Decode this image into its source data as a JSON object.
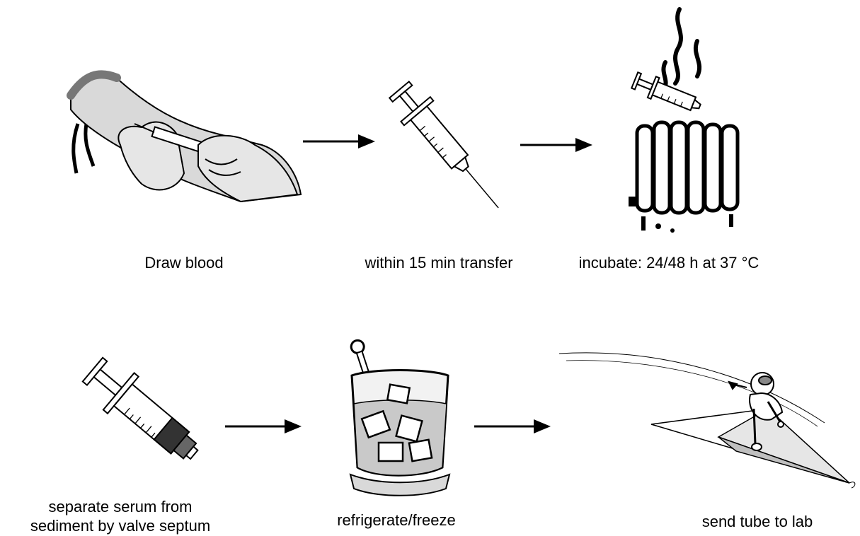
{
  "steps": [
    {
      "label": "Draw blood",
      "icon": "arm-blood-draw-icon"
    },
    {
      "label": "within 15 min transfer",
      "icon": "syringe-icon"
    },
    {
      "label": "incubate: 24/48 h at 37 °C",
      "icon": "radiator-heating-icon"
    },
    {
      "label_line1": "separate serum from",
      "label_line2": "sediment by valve septum",
      "icon": "syringe-with-valve-icon"
    },
    {
      "label": "refrigerate/freeze",
      "icon": "ice-beaker-thermometer-icon"
    },
    {
      "label": "send tube to lab",
      "icon": "paper-airplane-pilot-icon"
    }
  ],
  "colors": {
    "line": "#000000",
    "fill_light": "#d9d9d9",
    "fill_mid": "#a6a6a6",
    "fill_dark": "#333333"
  }
}
